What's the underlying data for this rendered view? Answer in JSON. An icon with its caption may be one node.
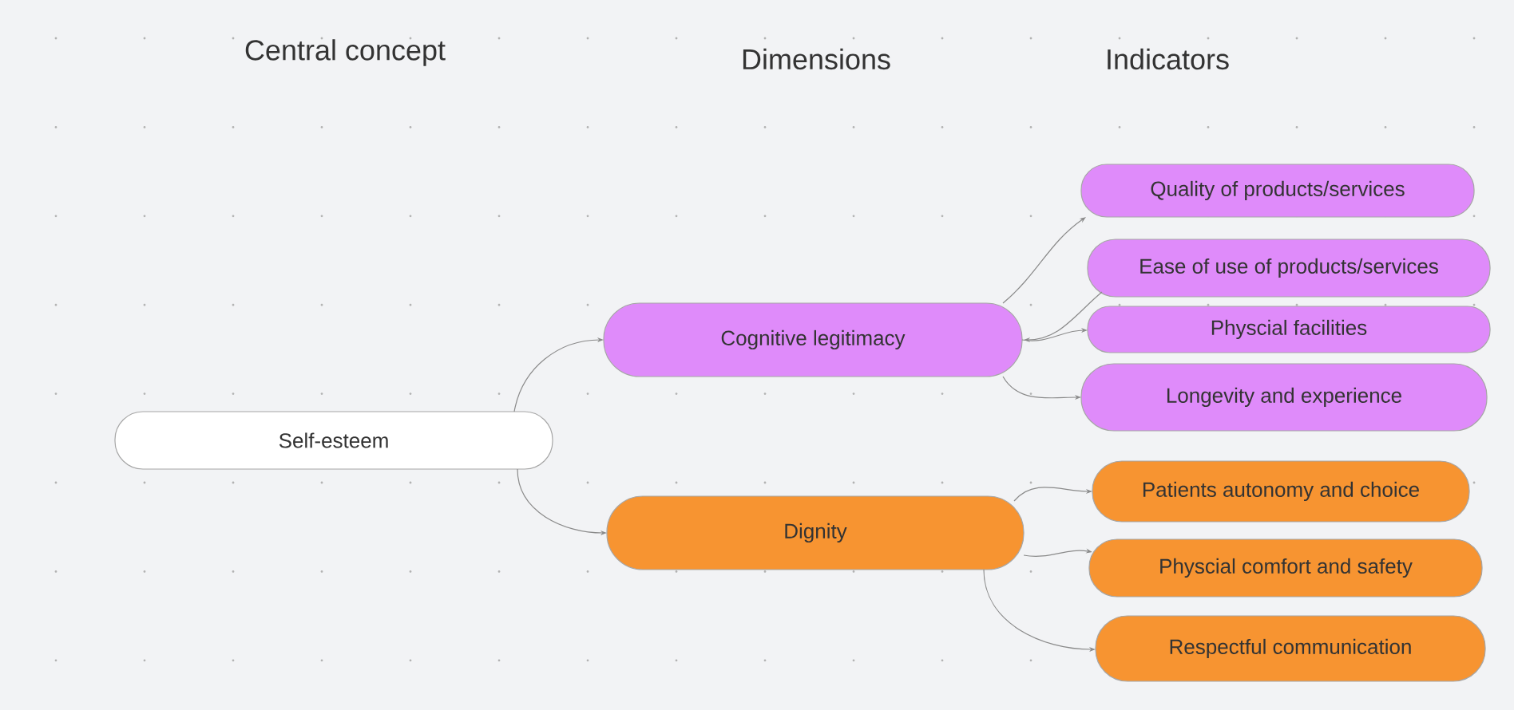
{
  "diagram": {
    "nodes": [
      {
        "text": [
          "Self-esteem"
        ]
      },
      {
        "text": [
          "Cognitive legitimacy"
        ]
      },
      {
        "text": [
          "Quality of products/services"
        ]
      },
      {
        "text": [
          "Ease of use of products/services"
        ]
      },
      {
        "text": [
          "Physcial facilities"
        ]
      },
      {
        "text": [
          "Longevity and experience"
        ]
      },
      {
        "text": [
          "Dignity"
        ]
      },
      {
        "text": [
          "Patients autonomy and choice"
        ]
      },
      {
        "text": [
          "Physcial comfort and safety"
        ]
      },
      {
        "text": [
          "Respectful communication"
        ]
      }
    ],
    "edges": [
      {
        "from": 0,
        "to": 1,
        "arrow": "to"
      },
      {
        "from": 0,
        "to": 6,
        "arrow": "to"
      },
      {
        "from": 1,
        "to": 2,
        "arrow": "to"
      },
      {
        "from": 3,
        "to": 1,
        "arrow": "to"
      },
      {
        "from": 1,
        "to": 4,
        "arrow": "to"
      },
      {
        "from": 1,
        "to": 5,
        "arrow": "to"
      },
      {
        "from": 6,
        "to": 7,
        "arrow": "to"
      },
      {
        "from": 6,
        "to": 8,
        "arrow": "to"
      },
      {
        "from": 6,
        "to": 9,
        "arrow": "to"
      }
    ],
    "labels": [
      "Central concept",
      "Dimensions",
      "Indicators"
    ]
  }
}
